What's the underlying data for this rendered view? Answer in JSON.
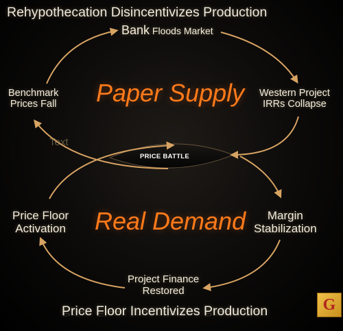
{
  "top_title": "Rehypothecation Disincentivizes Production",
  "upper_loop": {
    "label": "Paper Supply",
    "bank_bold": "Bank",
    "bank_rest": " Floods Market",
    "right_node": [
      "Western Project",
      "IRRs Collapse"
    ],
    "left_node": [
      "Benchmark",
      "Prices Fall"
    ],
    "ghost_text": "Text"
  },
  "center": {
    "battle": "PRICE BATTLE"
  },
  "lower_loop": {
    "label": "Real Demand",
    "left_node": [
      "Price Floor",
      "Activation"
    ],
    "right_node": [
      "Margin",
      "Stabilization"
    ],
    "bottom_node": [
      "Project Finance",
      "Restored"
    ]
  },
  "bottom_title": "Price Floor Incentivizes Production",
  "colors": {
    "arrow": "#d8a362",
    "accent": "#ff7a1a",
    "text": "#f3ecdc",
    "logo_bg": "#e0ad36",
    "logo_letter": "#b3261e"
  },
  "logo": {
    "icon": "g-logo-icon",
    "letter": "G"
  }
}
